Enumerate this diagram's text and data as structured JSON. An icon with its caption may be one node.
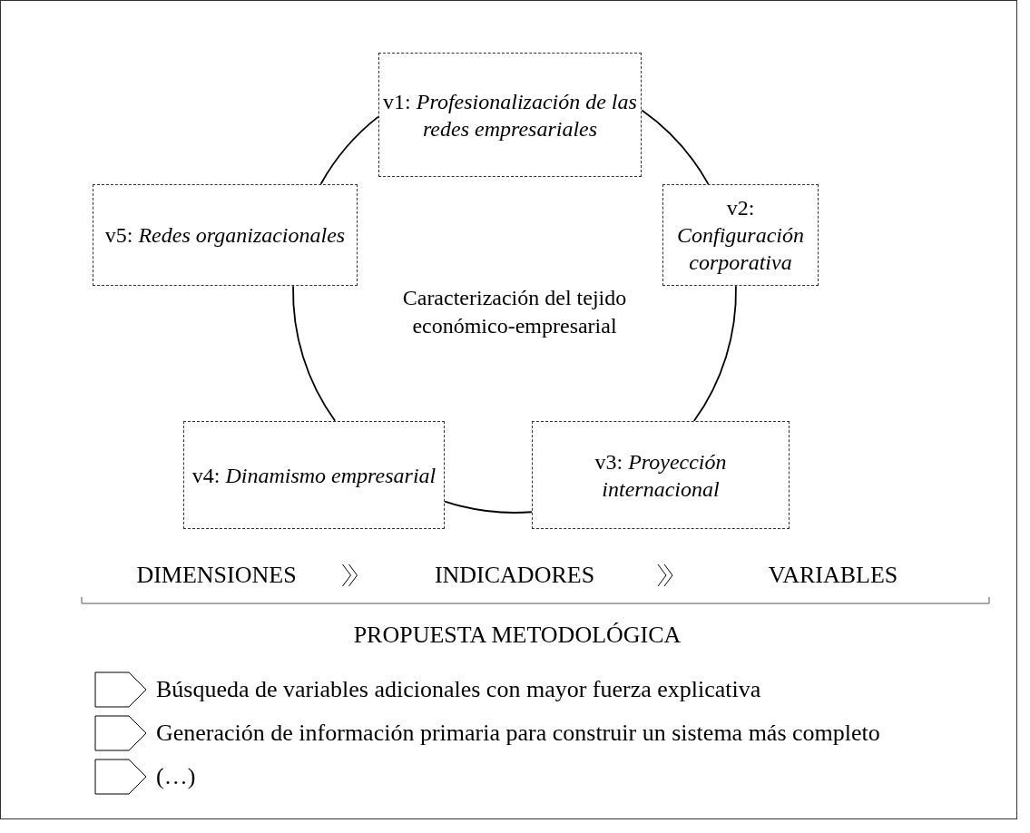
{
  "diagram": {
    "nodes": [
      {
        "text": [
          "v1: *Profesionalización de las redes empresariales*"
        ]
      },
      {
        "text": [
          "v5: *Redes organizacionales*"
        ]
      },
      {
        "text": [
          "v2: *Configuración corporativa*"
        ]
      },
      {
        "text": [
          "v4: *Dinamismo empresarial*"
        ]
      },
      {
        "text": [
          "v3: *Proyección internacional*"
        ]
      },
      {
        "text": [
          "DIMENSIONES"
        ]
      },
      {
        "text": [
          "INDICADORES"
        ]
      },
      {
        "text": [
          "VARIABLES"
        ]
      }
    ],
    "edges": [
      {
        "from": 0,
        "to": 2,
        "arrow": "none"
      },
      {
        "from": 2,
        "to": 4,
        "arrow": "none"
      },
      {
        "from": 4,
        "to": 3,
        "arrow": "none"
      },
      {
        "from": 3,
        "to": 1,
        "arrow": "none"
      },
      {
        "from": 1,
        "to": 0,
        "arrow": "none"
      },
      {
        "from": 5,
        "to": 6,
        "arrow": "to"
      },
      {
        "from": 6,
        "to": 7,
        "arrow": "to"
      }
    ],
    "labels": [
      "Caracterización del tejido económico-empresarial",
      "PROPUESTA METODOLÓGICA",
      "Búsqueda de variables adicionales con mayor fuerza explicativa",
      "Generación de información primaria para construir un sistema más completo",
      "(…)"
    ]
  }
}
